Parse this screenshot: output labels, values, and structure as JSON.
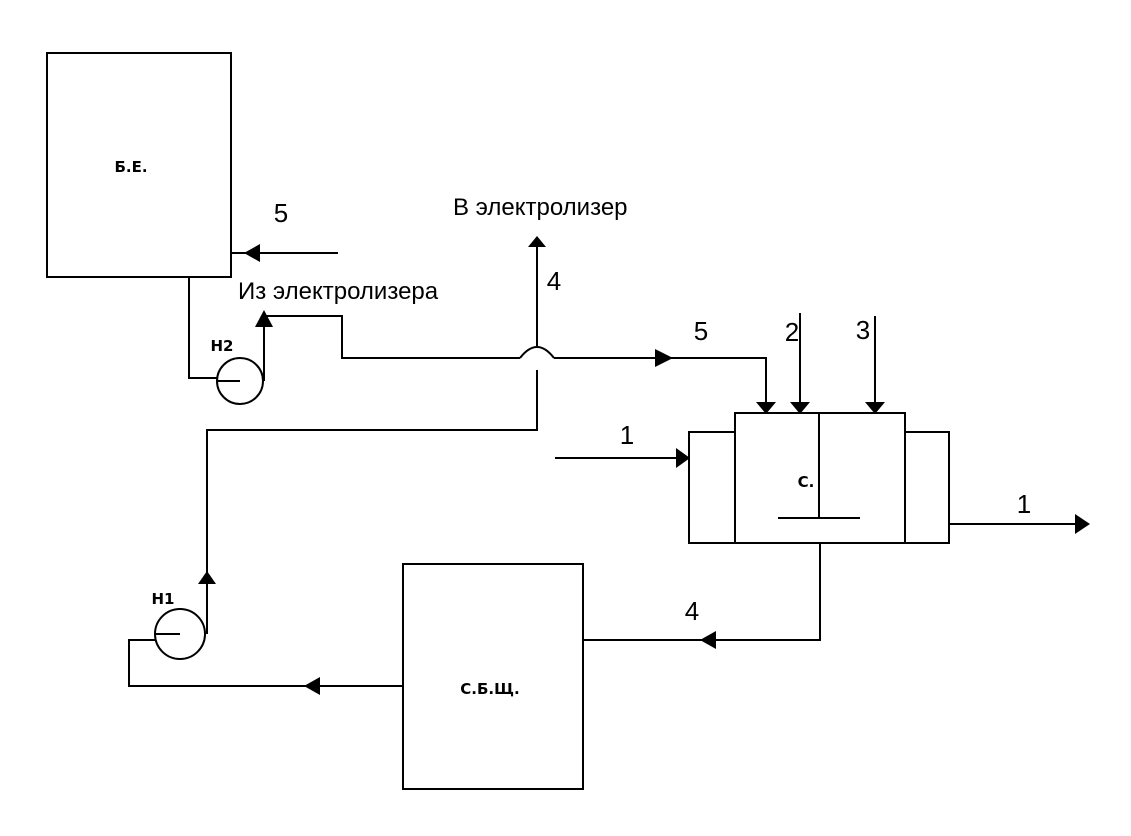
{
  "blocks": {
    "be": "Б.Е.",
    "sbsch": "С.Б.Щ.",
    "s": "С."
  },
  "pumps": {
    "h1": "Н1",
    "h2": "Н2"
  },
  "labels": {
    "to_electrolyzer": "В электролизер",
    "from_electrolyzer": "Из электролизера"
  },
  "streams": {
    "s5_top": "5",
    "s4_top": "4",
    "s5_mid": "5",
    "s2": "2",
    "s3": "3",
    "s1_in": "1",
    "s1_out": "1",
    "s4_bottom": "4"
  }
}
